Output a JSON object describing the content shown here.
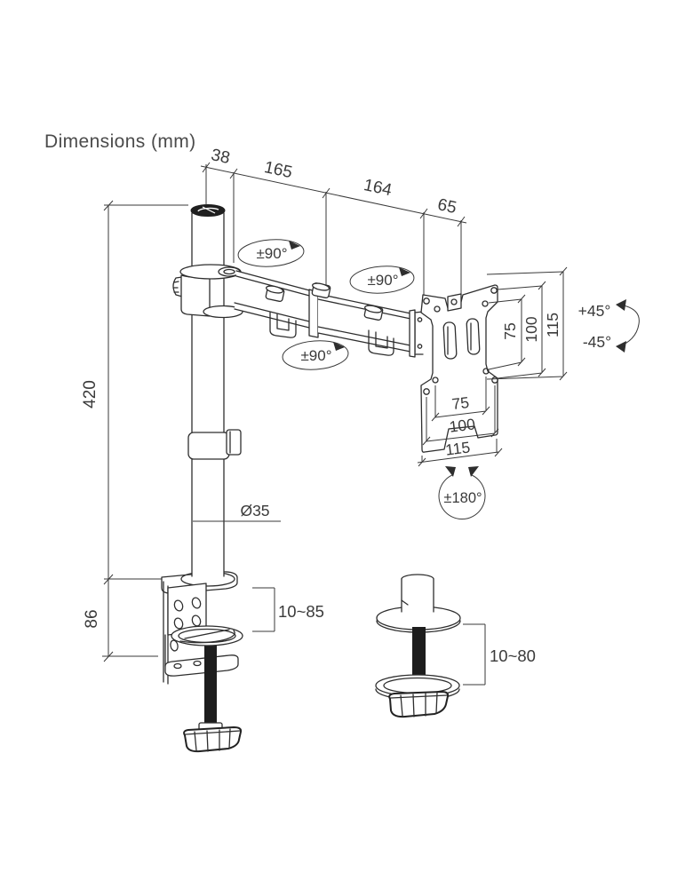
{
  "title": "Dimensions (mm)",
  "colors": {
    "line": "#2e2e2e",
    "text": "#3a3a3a",
    "title": "#4b4b4b",
    "screw_fill": "#1d1d1d",
    "background": "#ffffff"
  },
  "dims": {
    "pole_to_pivot": "38",
    "arm_front": "165",
    "arm_rear": "164",
    "head_offset": "65",
    "pole_height": "420",
    "clamp_height": "86",
    "pole_diameter": "Ø35",
    "clamp_range": "10~85",
    "grommet_range": "10~80",
    "vesa_v_75": "75",
    "vesa_v_100": "100",
    "vesa_v_115": "115",
    "vesa_h_75": "75",
    "vesa_h_100": "100",
    "vesa_h_115": "115"
  },
  "rotations": {
    "swivel_base": "±90°",
    "swivel_mid": "±90°",
    "swivel_end": "±90°",
    "tilt_up": "+45°",
    "tilt_down": "-45°",
    "rotate_plate": "±180°"
  }
}
